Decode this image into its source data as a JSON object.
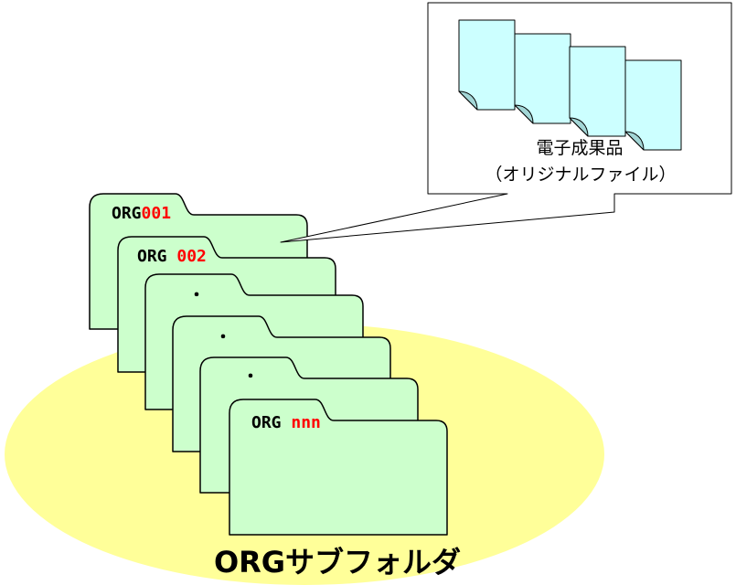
{
  "colors": {
    "background_ellipse": "#ffff99",
    "folder_fill": "#ccffcc",
    "document_fill": "#ccffff",
    "highlight_text": "#ff0000",
    "outline": "#000000"
  },
  "folder_icon": "folder-icon",
  "folders": [
    {
      "prefix": "ORG",
      "number": "001"
    },
    {
      "prefix": "ORG ",
      "number": "002"
    },
    {
      "label": "・"
    },
    {
      "label": "・"
    },
    {
      "label": "・"
    },
    {
      "prefix": "ORG ",
      "number": "nnn"
    }
  ],
  "callout": {
    "icon": "document-icon",
    "title": "電子成果品",
    "subtitle": "（オリジナルファイル）"
  },
  "caption": "ORGサブフォルダ"
}
